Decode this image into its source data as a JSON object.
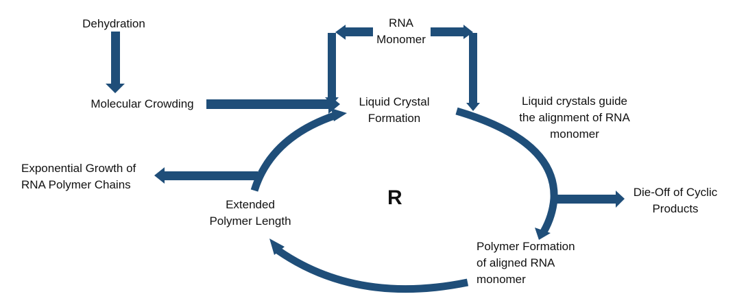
{
  "diagram": {
    "center_label": "R",
    "arrow_color": "#1f4e79",
    "nodes": {
      "dehydration": "Dehydration",
      "molecular_crowding": "Molecular Crowding",
      "rna_monomer": [
        "RNA",
        "Monomer"
      ],
      "liquid_crystal_formation": [
        "Liquid Crystal",
        "Formation"
      ],
      "alignment": [
        "Liquid crystals guide",
        "the alignment of RNA",
        "monomer"
      ],
      "die_off": [
        "Die-Off of Cyclic",
        "Products"
      ],
      "polymer_formation": [
        "Polymer Formation",
        "of aligned RNA",
        "monomer"
      ],
      "extended_polymer": [
        "Extended",
        "Polymer Length"
      ],
      "exponential_growth": [
        "Exponential Growth of",
        "RNA Polymer Chains"
      ]
    },
    "edges": [
      {
        "from": "Dehydration",
        "to": "Molecular Crowding"
      },
      {
        "from": "Molecular Crowding",
        "to": "Liquid Crystal Formation"
      },
      {
        "from": "RNA Monomer",
        "to": "Liquid Crystal Formation"
      },
      {
        "from": "RNA Monomer",
        "to": "Liquid crystals guide the alignment of RNA monomer"
      },
      {
        "from": "Liquid Crystal Formation",
        "to": "Polymer Formation of aligned RNA monomer"
      },
      {
        "from": "Liquid Crystal Formation",
        "to": "Die-Off of Cyclic Products"
      },
      {
        "from": "Polymer Formation of aligned RNA monomer",
        "to": "Extended Polymer Length"
      },
      {
        "from": "Extended Polymer Length",
        "to": "Liquid Crystal Formation"
      },
      {
        "from": "Extended Polymer Length",
        "to": "Exponential Growth of RNA Polymer Chains"
      }
    ]
  }
}
